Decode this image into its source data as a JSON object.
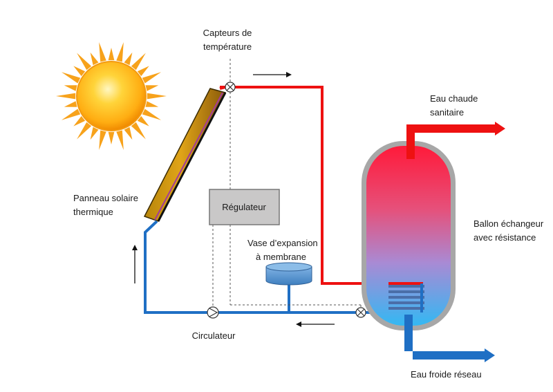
{
  "labels": {
    "sensors_line1": "Capteurs de",
    "sensors_line2": "température",
    "panel_line1": "Panneau solaire",
    "panel_line2": "thermique",
    "regulator": "Régulateur",
    "expansion_line1": "Vase d’expansion",
    "expansion_line2": "à membrane",
    "circulator": "Circulateur",
    "hot_water_line1": "Eau chaude",
    "hot_water_line2": "sanitaire",
    "tank_line1": "Ballon échangeur",
    "tank_line2": "avec résistance",
    "cold_water": "Eau froide réseau"
  },
  "colors": {
    "hot_pipe": "#ee1111",
    "cold_pipe": "#1f6fc4",
    "tank_shell": "#a7a7a7",
    "tank_top": "#ff1a3a",
    "tank_bottom": "#33b8f3",
    "regulator_fill": "#c9c8c8",
    "vessel_fill": "#5b95cf",
    "sun_core": "#ffbf1a",
    "sun_rays": "#f7a21b"
  },
  "icons": {
    "sensor_valve": "crossed-circle-icon",
    "circulator": "pump-circle-icon",
    "flow_arrow": "arrow-icon"
  }
}
